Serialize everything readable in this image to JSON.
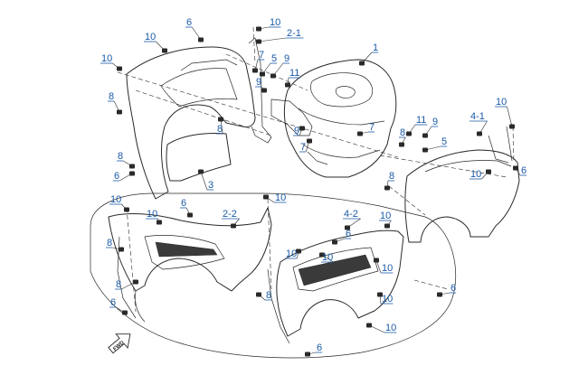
{
  "diagram": {
    "orientation_label": "FWD",
    "callouts": [
      {
        "label": "6"
      },
      {
        "label": "10"
      },
      {
        "label": "2-1"
      },
      {
        "label": "10"
      },
      {
        "label": "10"
      },
      {
        "label": "1"
      },
      {
        "label": "7"
      },
      {
        "label": "5"
      },
      {
        "label": "9"
      },
      {
        "label": "9"
      },
      {
        "label": "11"
      },
      {
        "label": "8"
      },
      {
        "label": "8"
      },
      {
        "label": "9"
      },
      {
        "label": "7"
      },
      {
        "label": "7"
      },
      {
        "label": "11"
      },
      {
        "label": "9"
      },
      {
        "label": "8"
      },
      {
        "label": "5"
      },
      {
        "label": "10"
      },
      {
        "label": "4-1"
      },
      {
        "label": "8"
      },
      {
        "label": "10"
      },
      {
        "label": "6"
      },
      {
        "label": "6"
      },
      {
        "label": "8"
      },
      {
        "label": "3"
      },
      {
        "label": "10"
      },
      {
        "label": "10"
      },
      {
        "label": "10"
      },
      {
        "label": "6"
      },
      {
        "label": "2-2"
      },
      {
        "label": "4-2"
      },
      {
        "label": "10"
      },
      {
        "label": "6"
      },
      {
        "label": "8"
      },
      {
        "label": "10"
      },
      {
        "label": "10"
      },
      {
        "label": "10"
      },
      {
        "label": "8"
      },
      {
        "label": "8"
      },
      {
        "label": "10"
      },
      {
        "label": "6"
      },
      {
        "label": "6"
      },
      {
        "label": "10"
      },
      {
        "label": "6"
      }
    ]
  }
}
